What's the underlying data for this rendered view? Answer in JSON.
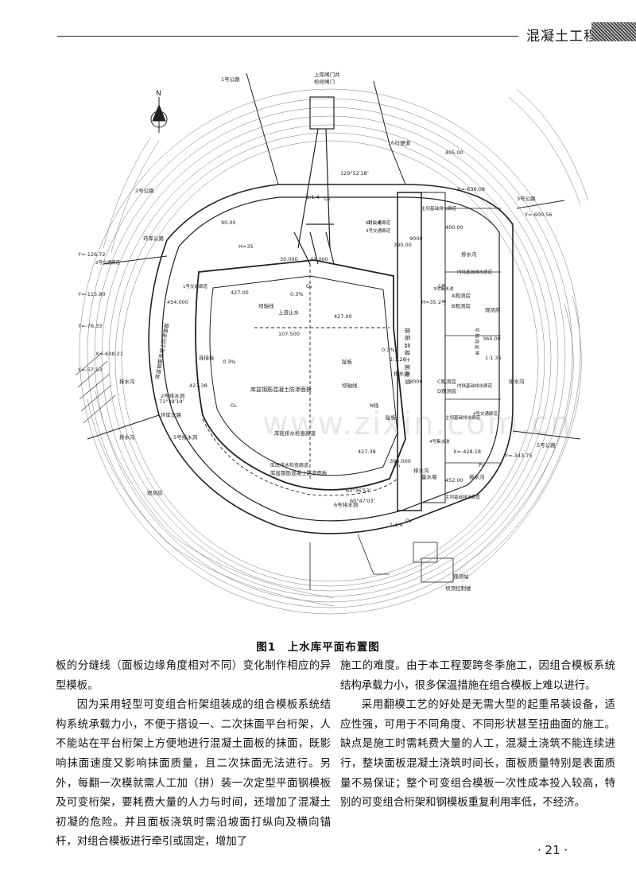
{
  "header": {
    "title": "混凝土工程"
  },
  "figure": {
    "caption": "图1　上水库平面布置图",
    "labels": {
      "north": "N",
      "top_gate": "上库闸门井",
      "top_gate_2": "检修闸门",
      "road_1": "1号公路",
      "road_2": "2号公路",
      "road_3": "3号公路",
      "hand_road": "5号公路",
      "access_1": "人行便道",
      "bearing": "129°52′18″",
      "pile_sign": "Ⅱ+",
      "dim_390": "390.00",
      "dim_400": "400.00",
      "dim_427_00": "427.00",
      "dim_427_38": "427.38",
      "dim_428": "427.38",
      "dim_452": "452.00",
      "dim_405": "405.00",
      "dim_360": "360.00",
      "dim_30": "30.000",
      "dim_41": "41.000",
      "dim_107": "107.500",
      "dim_9000": "9000",
      "dim_8000": "8000",
      "dim_90": "90.00",
      "elev_454": "454.000",
      "elev_394": "394.000",
      "left_panel": "库盆钢筋混凝土防渗面板",
      "center_panel": "库盆钢筋混凝土防渗面板",
      "center_panel_2": "库盆钢筋混凝土防渗面板",
      "drain": "库底排水检查廊道",
      "bottom_1": "库底排水检查廊道",
      "dam_axis": "坝轴线",
      "right_dam": "钢 筋 混 凝 土 面 板 坝",
      "right_gallery_1": "主坝基础排水廊道",
      "right_gallery_2": "6号交通廊道",
      "right_gallery_3": "内陆基础排水廊道",
      "right_gallery_4": "内陆基础排水廊道",
      "right_gallery_5": "主坝基础排水廊道",
      "right_gallery_6": "主坝基础排水廊道",
      "right_vert_1": "坝 轴 线 延 伸",
      "ramp_1": "1:1.26",
      "ramp_2": "1:1.4",
      "ramp_3": "1:1.35",
      "shui_1": "排水沟",
      "shui_2": "排水沟",
      "shui_3": "排水沟",
      "shui_4": "排水沟",
      "shui_5": "排水沟",
      "shui_6": "排水沟",
      "shui_7": "排水沟",
      "gallery_1": "1号交通廊道",
      "gallery_2": "2号交通廊道",
      "gallery_3": "3号交通廊道",
      "gallery_4": "4号交通廊道",
      "inflow": "3号集水池",
      "inflow_2": "4号集水池",
      "hui_1": "环库公路",
      "hui_2": "环库公路",
      "xiang": "观测房",
      "xiang_2": "观测房",
      "gauge": "量水堰",
      "control": "坝顶控制楼",
      "ctrl_bottom": "观测站",
      "tiny_2": "连接板",
      "tiny_3": "趾板",
      "tiny_4": "趾板",
      "deg": "71°38′19″",
      "deg_2": "63°36′53″",
      "deg_3": "60°47′03″",
      "coord_1": "Y=-126.72",
      "coord_2": "Y=-115.80",
      "coord_3": "Y=-76.33",
      "coord_4": "Y=-57.53",
      "coord_5": "X=-608.21",
      "coord_6": "X=-428.18",
      "coord_7": "Y=-343.75",
      "coord_8": "X=-636.08",
      "coord_9": "Y=-600.56",
      "coord_10": "P₁",
      "coord_11": "P₂",
      "pt_1": "O₁",
      "pt_2": "O₂",
      "pt_3": "O₃",
      "pt_4": "O₄",
      "ramp_4": "1:1.4",
      "ramp_5": "1:1.4",
      "h_1": "H=35",
      "h_2": "H=35",
      "spot_1": "5号排水洞",
      "spot_2": "6号排水洞",
      "spot_3": "1号",
      "spot_4": "2号",
      "spot_5": "A观测房",
      "spot_6": "B观测房",
      "spot_7": "C观测房",
      "spot_8": "D观测房",
      "spot_9": "N线",
      "spot_10": "坝轴线",
      "spot_11": "上游止水",
      "spot_12": "2号排水洞",
      "spot_13": "0.3%",
      "spot_14": "0.3%",
      "spot_15": "0.3%"
    }
  },
  "body": {
    "left_paragraphs": [
      "板的分缝线（面板边缘角度相对不同）变化制作相应的异型模板。",
      "因为采用轻型可变组合桁架组装成的组合模板系统结构系统承载力小，不便于搭设一、二次抹面平台桁架，人不能站在平台桁架上方便地进行混凝土面板的抹面，既影响抹面速度又影响抹面质量，且二次抹面无法进行。另外，每翻一次模就需人工加（拼）装一次定型平面钢模板及可变桁架，要耗费大量的人力与时间，还增加了混凝土初凝的危险。并且面板浇筑时需沿坡面打纵向及横向锚杆，对组合模板进行牵引或固定，增加了"
    ],
    "right_paragraphs": [
      "施工的难度。由于本工程要跨冬季施工，因组合模板系统结构承载力小，很多保温措施在组合模板上难以进行。",
      "采用翻模工艺的好处是无需大型的起重吊装设备，适应性强，可用于不同角度、不同形状甚至扭曲面的施工。缺点是施工时需耗费大量的人工，混凝土浇筑不能连续进行，整块面板混凝土浇筑时间长，面板质量特别是表面质量不易保证；整个可变组合模板一次性成本投入较高，特别的可变组合桁架和钢模板重复利用率低，不经济。"
    ]
  },
  "watermark": "www.zixin.com.cn",
  "page_number": "· 21 ·"
}
